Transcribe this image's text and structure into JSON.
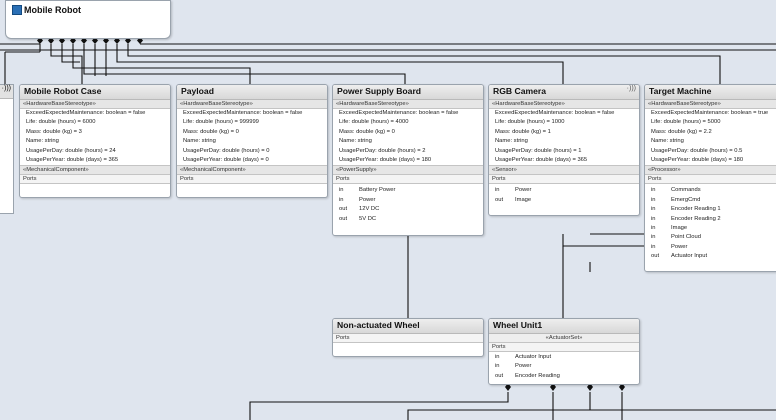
{
  "root": {
    "title": "Mobile Robot",
    "icon": "block-icon"
  },
  "blocks": {
    "case": {
      "title": "Mobile Robot Case",
      "stereotype": "«HardwareBaseStereotype»",
      "props": [
        "ExceedExpectedMaintenance: boolean = false",
        "Life: double (hours) = 6000",
        "Mass: double (kg) = 3",
        "Name: string",
        "UsagePerDay: double (hours) = 24",
        "UsagePerYear: double (days) = 365"
      ],
      "stereotype2": "«MechanicalComponent»",
      "ports_label": "Ports"
    },
    "payload": {
      "title": "Payload",
      "stereotype": "«HardwareBaseStereotype»",
      "props": [
        "ExceedExpectedMaintenance: boolean = false",
        "Life: double (hours) = 999999",
        "Mass: double (kg) = 0",
        "Name: string",
        "UsagePerDay: double (hours) = 0",
        "UsagePerYear: double (days) = 0"
      ],
      "stereotype2": "«MechanicalComponent»",
      "ports_label": "Ports"
    },
    "psb": {
      "title": "Power Supply Board",
      "stereotype": "«HardwareBaseStereotype»",
      "props": [
        "ExceedExpectedMaintenance: boolean = false",
        "Life: double (hours) = 4000",
        "Mass: double (kg) = 0",
        "Name: string",
        "UsagePerDay: double (hours) = 2",
        "UsagePerYear: double (days) = 180"
      ],
      "stereotype2": "«PowerSupply»",
      "ports_label": "Ports",
      "ports": [
        {
          "dir": "in",
          "name": "Battery Power"
        },
        {
          "dir": "in",
          "name": "Power"
        },
        {
          "dir": "out",
          "name": "12V DC"
        },
        {
          "dir": "out",
          "name": "5V DC"
        }
      ]
    },
    "cam": {
      "title": "RGB Camera",
      "corner": "·)))",
      "stereotype": "«HardwareBaseStereotype»",
      "props": [
        "ExceedExpectedMaintenance: boolean = false",
        "Life: double (hours) = 1000",
        "Mass: double (kg) = 1",
        "Name: string",
        "UsagePerDay: double (hours) = 1",
        "UsagePerYear: double (days) = 365"
      ],
      "stereotype2": "«Sensor»",
      "ports_label": "Ports",
      "ports": [
        {
          "dir": "in",
          "name": "Power"
        },
        {
          "dir": "out",
          "name": "Image"
        }
      ]
    },
    "target": {
      "title": "Target Machine",
      "stereotype": "«HardwareBaseStereotype»",
      "props": [
        "ExceedExpectedMaintenance: boolean = true",
        "Life: double (hours) = 5000",
        "Mass: double (kg) = 2.2",
        "Name: string",
        "UsagePerDay: double (hours) = 0.5",
        "UsagePerYear: double (days) = 180"
      ],
      "stereotype2": "«Processor»",
      "ports_label": "Ports",
      "ports": [
        {
          "dir": "in",
          "name": "Commands"
        },
        {
          "dir": "in",
          "name": "EmergCmd"
        },
        {
          "dir": "in",
          "name": "Encoder Reading 1"
        },
        {
          "dir": "in",
          "name": "Encoder Reading 2"
        },
        {
          "dir": "in",
          "name": "Image"
        },
        {
          "dir": "in",
          "name": "Point Cloud"
        },
        {
          "dir": "in",
          "name": "Power"
        },
        {
          "dir": "out",
          "name": "Actuator Input"
        }
      ]
    },
    "naw": {
      "title": "Non-actuated Wheel",
      "ports_label": "Ports"
    },
    "wheel": {
      "title": "Wheel Unit1",
      "stereotype": "«ActuatorSet»",
      "ports_label": "Ports",
      "ports": [
        {
          "dir": "in",
          "name": "Actuator Input"
        },
        {
          "dir": "in",
          "name": "Power"
        },
        {
          "dir": "out",
          "name": "Encoder Reading"
        }
      ]
    }
  },
  "left_block_corner": "·)))",
  "colors": {
    "canvas": "#dfe5ee",
    "header": "#dddddd",
    "wire": "#111111",
    "root_icon": "#2a6fb5"
  }
}
